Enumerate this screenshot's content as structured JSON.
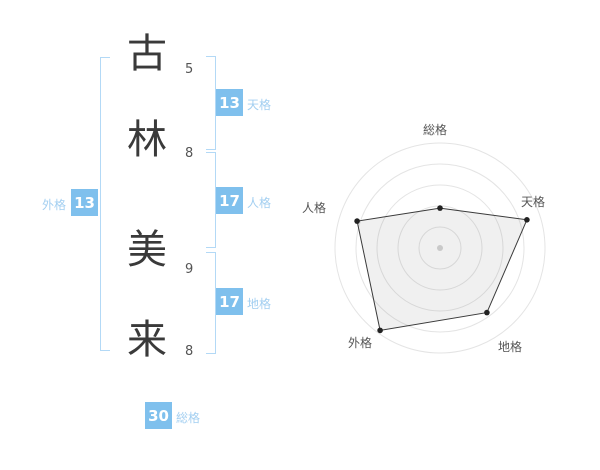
{
  "name": {
    "characters": [
      {
        "char": "古",
        "strokes": "5"
      },
      {
        "char": "林",
        "strokes": "8"
      },
      {
        "char": "美",
        "strokes": "9"
      },
      {
        "char": "来",
        "strokes": "8"
      }
    ]
  },
  "results": {
    "tenkaku": {
      "label": "天格",
      "value": "13"
    },
    "jinkaku": {
      "label": "人格",
      "value": "17"
    },
    "chikaku": {
      "label": "地格",
      "value": "17"
    },
    "gaikaku": {
      "label": "外格",
      "value": "13"
    },
    "soukaku": {
      "label": "総格",
      "value": "30"
    }
  },
  "colors": {
    "accent": "#7fc0ed",
    "label_blue": "#a3cff1",
    "bracket_blue": "#b3d9f6",
    "text_dark": "#3a3a3a",
    "ring_gray": "#e4e4e4"
  },
  "chart_data": {
    "type": "radar",
    "axes": [
      "総格",
      "天格",
      "地格",
      "外格",
      "人格"
    ],
    "values": [
      38,
      87,
      76,
      97,
      83
    ],
    "max": 100,
    "rings": 5,
    "grid": "circular",
    "legend": "none",
    "ring_color": "#e4e4e4",
    "polygon_stroke": "#3a3a3a",
    "polygon_fill": "rgba(110,110,110,0.10)",
    "vertex_color": "#222222",
    "center_dot_color": "#c9c9c9"
  }
}
